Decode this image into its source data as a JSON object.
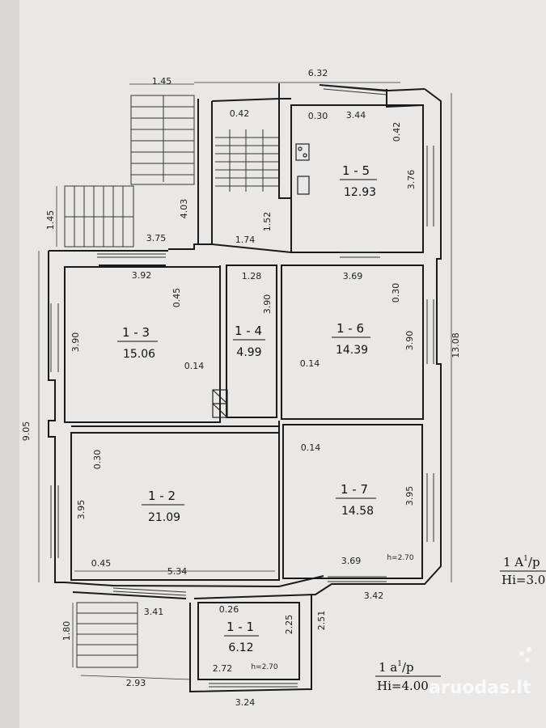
{
  "rooms": [
    {
      "id": "1 - 5",
      "area": "12.93"
    },
    {
      "id": "1 - 3",
      "area": "15.06"
    },
    {
      "id": "1 - 4",
      "area": "4.99"
    },
    {
      "id": "1 - 6",
      "area": "14.39"
    },
    {
      "id": "1 - 2",
      "area": "21.09"
    },
    {
      "id": "1 - 7",
      "area": "14.58"
    },
    {
      "id": "1 - 1",
      "area": "6.12"
    }
  ],
  "dimensions": {
    "d_1_45_top": "1.45",
    "d_6_32": "6.32",
    "d_0_42_h": "0.42",
    "d_0_30_a": "0.30",
    "d_3_44": "3.44",
    "d_0_42_v": "0.42",
    "d_3_76": "3.76",
    "d_4_03": "4.03",
    "d_1_52": "1.52",
    "d_1_45_left": "1.45",
    "d_3_75": "3.75",
    "d_1_74": "1.74",
    "d_3_92": "3.92",
    "d_0_45_a": "0.45",
    "d_1_28": "1.28",
    "d_3_90_a": "3.90",
    "d_3_69_a": "3.69",
    "d_0_30_b": "0.30",
    "d_3_90_b": "3.90",
    "d_0_14_a": "0.14",
    "d_0_14_b": "0.14",
    "d_3_90_c": "3.90",
    "d_13_08": "13.08",
    "d_9_05": "9.05",
    "d_0_30_c": "0.30",
    "d_0_14_c": "0.14",
    "d_3_95_a": "3.95",
    "d_3_95_b": "3.95",
    "d_0_45_b": "0.45",
    "d_5_34": "5.34",
    "d_3_69_b": "3.69",
    "d_h_2_70_a": "h=2.70",
    "d_3_42": "3.42",
    "d_3_41": "3.41",
    "d_0_26": "0.26",
    "d_2_25": "2.25",
    "d_2_51": "2.51",
    "d_1_80": "1.80",
    "d_2_72": "2.72",
    "d_h_2_70_b": "h=2.70",
    "d_2_93": "2.93",
    "d_3_24": "3.24"
  },
  "notes": {
    "floor_attic": "1 A",
    "attic_sup": "1",
    "attic_suffix": "/p",
    "attic_height": "Hi=3.0",
    "floor_basement": "1 a",
    "basement_sup": "1",
    "basement_suffix": "/p",
    "basement_height": "Hi=4.00"
  },
  "watermark": "aruodas.lt"
}
